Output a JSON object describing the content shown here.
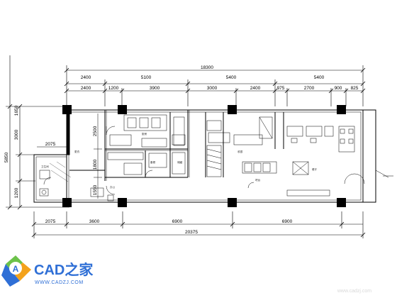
{
  "dimensions": {
    "overall_top": "18300",
    "top_row1": [
      "2400",
      "5100",
      "5400",
      "5400"
    ],
    "top_row2": [
      "2400",
      "1200",
      "3900",
      "3000",
      "2400",
      "975",
      "2700",
      "900",
      "825"
    ],
    "bottom_row": [
      "2075",
      "3600",
      "6900",
      "6900"
    ],
    "overall_bottom": "20375",
    "left_overall": "5850",
    "left_parts": [
      "3000",
      "1650",
      "1200"
    ],
    "inner_left_top": "2075",
    "inner_vertical": [
      "2500",
      "1800",
      "1550"
    ]
  },
  "room_labels": [
    "厨房",
    "备餐",
    "储藏",
    "卫生间",
    "更衣",
    "办公",
    "收银",
    "吧台",
    "餐厅"
  ],
  "logo": {
    "brand": "CAD之家",
    "url": "WWW.CADZJ.COM",
    "mark": "A"
  },
  "watermark": "www.cadzj.com",
  "colors": {
    "line": "#000000",
    "logo_blue": "#2f6fd6",
    "logo_orange": "#f3a21b",
    "logo_green": "#6cc24a"
  }
}
